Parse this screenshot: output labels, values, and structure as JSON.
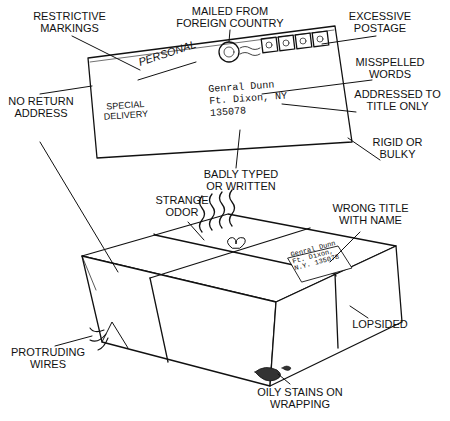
{
  "diagram": {
    "labels": [
      "RESTRICTIVE MARKINGS",
      "MAILED FROM FOREIGN COUNTRY",
      "EXCESSIVE POSTAGE",
      "MISSPELLED WORDS",
      "ADDRESSED TO TITLE ONLY",
      "RIGID OR BULKY",
      "BADLY TYPED OR WRITTEN",
      "NO RETURN ADDRESS",
      "STRANGE ODOR",
      "WRONG TITLE WITH NAME",
      "PROTRUDING WIRES",
      "LOPSIDED",
      "OILY STAINS ON WRAPPING",
      "PERSONAL",
      "SPECIAL DELIVERY",
      "Genral Dunn Ft. Dixon, NY 135078",
      "Genral Dunn Ft. Dixon, N.Y. 135078"
    ]
  }
}
